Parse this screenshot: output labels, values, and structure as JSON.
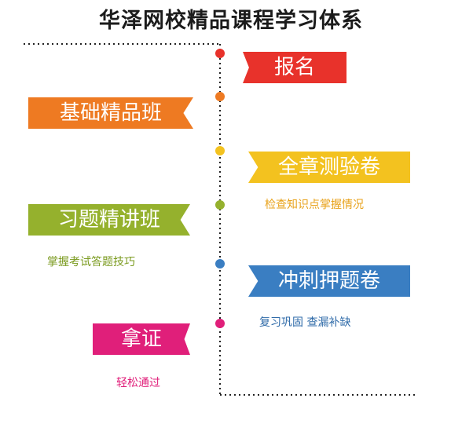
{
  "title": "华泽网校精品课程学习体系",
  "steps": [
    {
      "label": "报名",
      "sub": "",
      "color": "#e8322b",
      "side": "right"
    },
    {
      "label": "基础精品班",
      "sub": "",
      "color": "#ee7a22",
      "side": "left"
    },
    {
      "label": "全章测验卷",
      "sub": "检查知识点掌握情况",
      "color": "#f3c21f",
      "side": "right"
    },
    {
      "label": "习题精讲班",
      "sub": "掌握考试答题技巧",
      "color": "#95b12d",
      "side": "left"
    },
    {
      "label": "冲刺押题卷",
      "sub": "复习巩固 查漏补缺",
      "color": "#3a7ec2",
      "side": "right"
    },
    {
      "label": "拿证",
      "sub": "轻松通过",
      "color": "#e01f7a",
      "side": "left"
    }
  ]
}
